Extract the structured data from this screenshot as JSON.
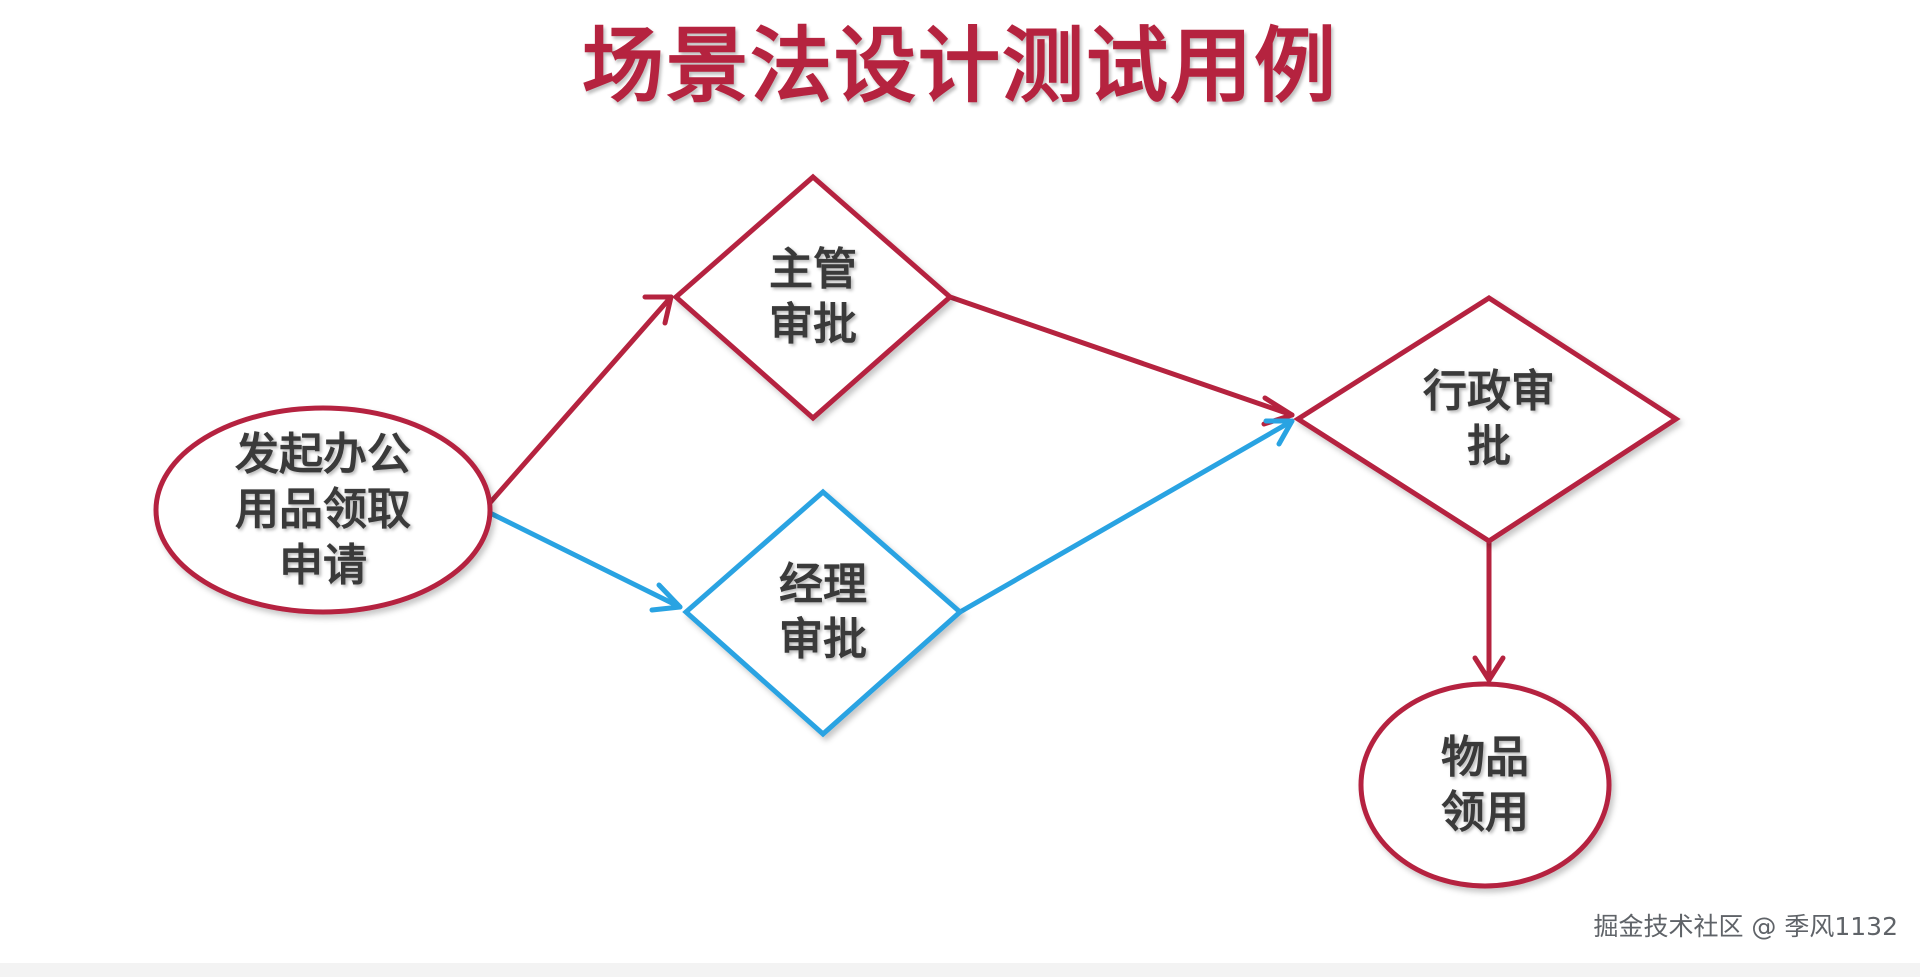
{
  "title": "场景法设计测试用例",
  "colors": {
    "main_flow": "#b5233f",
    "alt_flow": "#29a3e2",
    "text": "#3a3a3a",
    "background": "#ffffff"
  },
  "nodes": {
    "start": {
      "shape": "ellipse",
      "label": "发起办公\n用品领取\n申请"
    },
    "supervisor": {
      "shape": "diamond",
      "label": "主管\n审批"
    },
    "manager": {
      "shape": "diamond",
      "label": "经理\n审批"
    },
    "admin": {
      "shape": "diamond",
      "label": "行政审\n批"
    },
    "end": {
      "shape": "ellipse",
      "label": "物品\n领用"
    }
  },
  "edges": [
    {
      "from": "start",
      "to": "supervisor",
      "color": "main_flow"
    },
    {
      "from": "start",
      "to": "manager",
      "color": "alt_flow"
    },
    {
      "from": "supervisor",
      "to": "admin",
      "color": "main_flow"
    },
    {
      "from": "manager",
      "to": "admin",
      "color": "alt_flow"
    },
    {
      "from": "admin",
      "to": "end",
      "color": "main_flow"
    }
  ],
  "watermark": "掘金技术社区 @ 季风1132"
}
